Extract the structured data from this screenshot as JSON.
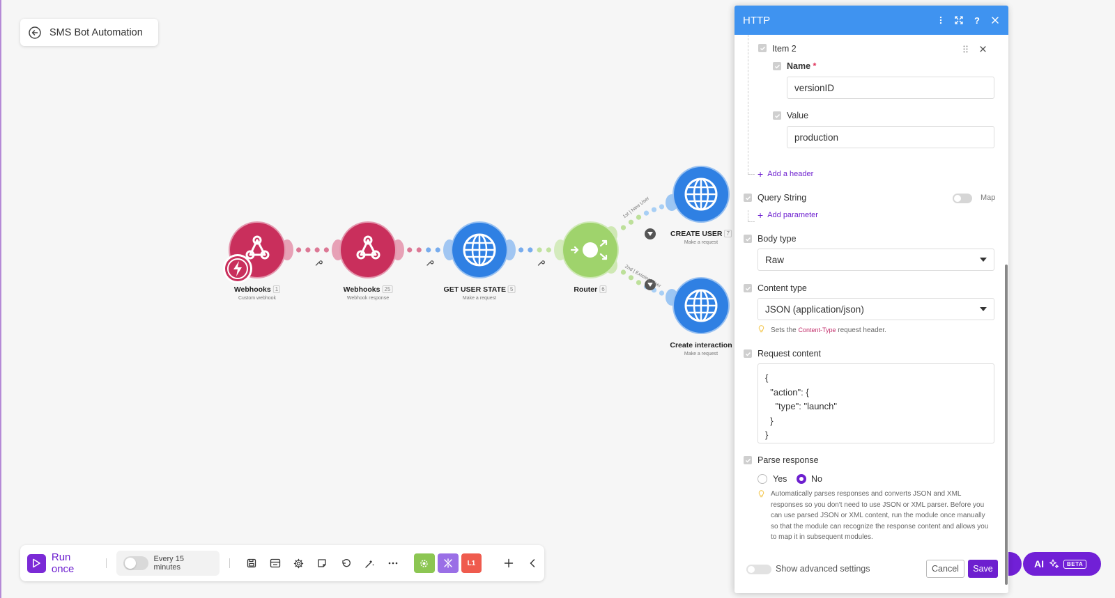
{
  "scenario": {
    "back_label": "SMS Bot Automation"
  },
  "modules": [
    {
      "name": "Webhooks",
      "num": "1",
      "sub": "Custom webhook",
      "color": "#c92f5c"
    },
    {
      "name": "Webhooks",
      "num": "25",
      "sub": "Webhook response",
      "color": "#c92f5c"
    },
    {
      "name": "GET USER STATE",
      "num": "5",
      "sub": "Make a request",
      "color": "#2f80e3"
    },
    {
      "name": "Router",
      "num": "6",
      "sub": "",
      "color": "#9fd36c"
    },
    {
      "name": "CREATE USER",
      "num": "7",
      "sub": "Make a request",
      "color": "#2f80e3"
    },
    {
      "name": "Create interaction",
      "num": "",
      "sub": "Make a request",
      "color": "#2f80e3"
    }
  ],
  "routes": [
    {
      "label": "1st | New User"
    },
    {
      "label": "2nd | Existing User"
    }
  ],
  "toolbar": {
    "run_label": "Run once",
    "schedule_label": "Every 15 minutes",
    "tile_colors": [
      "#8cc653",
      "#9a6fe6",
      "#ef5b4e"
    ],
    "tile3_label": "L1"
  },
  "ai": {
    "label": "AI",
    "beta": "BETA"
  },
  "panel": {
    "title": "HTTP",
    "item_label": "Item 2",
    "name_label": "Name",
    "required_mark": "*",
    "name_value": "versionID",
    "value_label": "Value",
    "value_value": "production",
    "add_header": "Add a header",
    "query_label": "Query String",
    "map_label": "Map",
    "add_parameter": "Add parameter",
    "body_type_label": "Body type",
    "body_type_value": "Raw",
    "content_type_label": "Content type",
    "content_type_value": "JSON (application/json)",
    "content_hint_pre": "Sets the ",
    "content_hint_code": "Content-Type",
    "content_hint_post": " request header.",
    "request_content_label": "Request content",
    "request_content": "{\n  \"action\": {\n    \"type\": \"launch\"\n  }\n}",
    "parse_label": "Parse response",
    "parse_yes": "Yes",
    "parse_no": "No",
    "parse_selected": "No",
    "parse_hint": "Automatically parses responses and converts JSON and XML responses so you don't need to use JSON or XML parser. Before you can use parsed JSON or XML content, run the module once manually so that the module can recognize the response content and allows you to map it in subsequent modules.",
    "advanced_label": "Show advanced settings",
    "cancel_label": "Cancel",
    "save_label": "Save"
  }
}
